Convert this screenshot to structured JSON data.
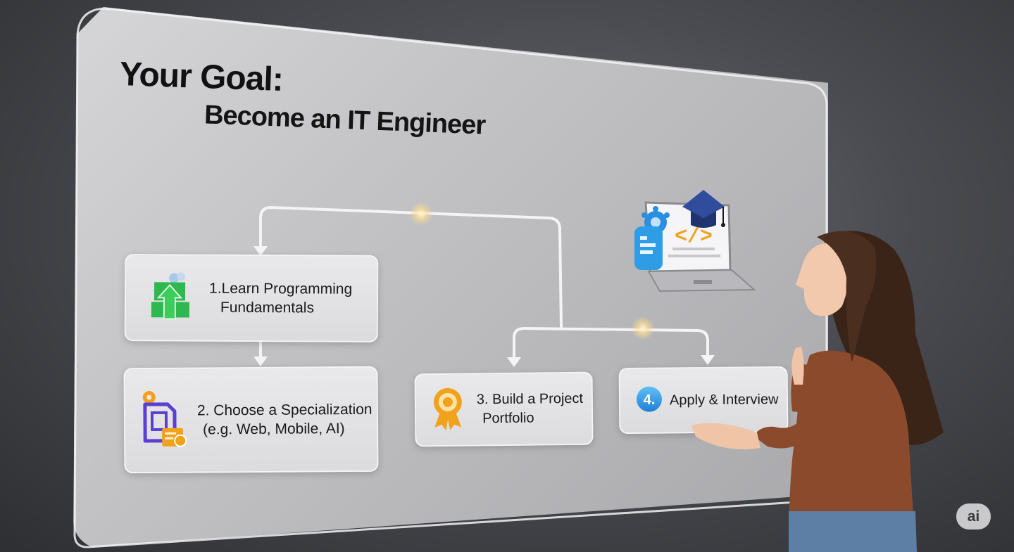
{
  "goal": {
    "title": "Your Goal:",
    "subtitle": "Become an IT Engineer"
  },
  "steps": [
    {
      "number": "1.",
      "lines": [
        "Learn Programming",
        "Fundamentals"
      ],
      "icon": "building-blocks-icon"
    },
    {
      "number": "2.",
      "lines": [
        "Choose a Specialization",
        "(e.g. Web, Mobile, AI)"
      ],
      "icon": "document-gear-icon"
    },
    {
      "number": "3.",
      "lines": [
        "Build a Project",
        "Portfolio"
      ],
      "icon": "award-badge-icon"
    },
    {
      "number": "4.",
      "lines": [
        "Apply & Interview"
      ],
      "icon": "number-badge-icon"
    }
  ],
  "illustration": {
    "laptop_code": "</>",
    "icons": [
      "laptop-icon",
      "graduation-cap-icon",
      "gear-icon",
      "document-icon"
    ]
  },
  "watermark": "ai",
  "colors": {
    "green": "#2fb84f",
    "purple": "#5b3fd0",
    "orange": "#f0a21c",
    "blue": "#2a8fe0"
  }
}
